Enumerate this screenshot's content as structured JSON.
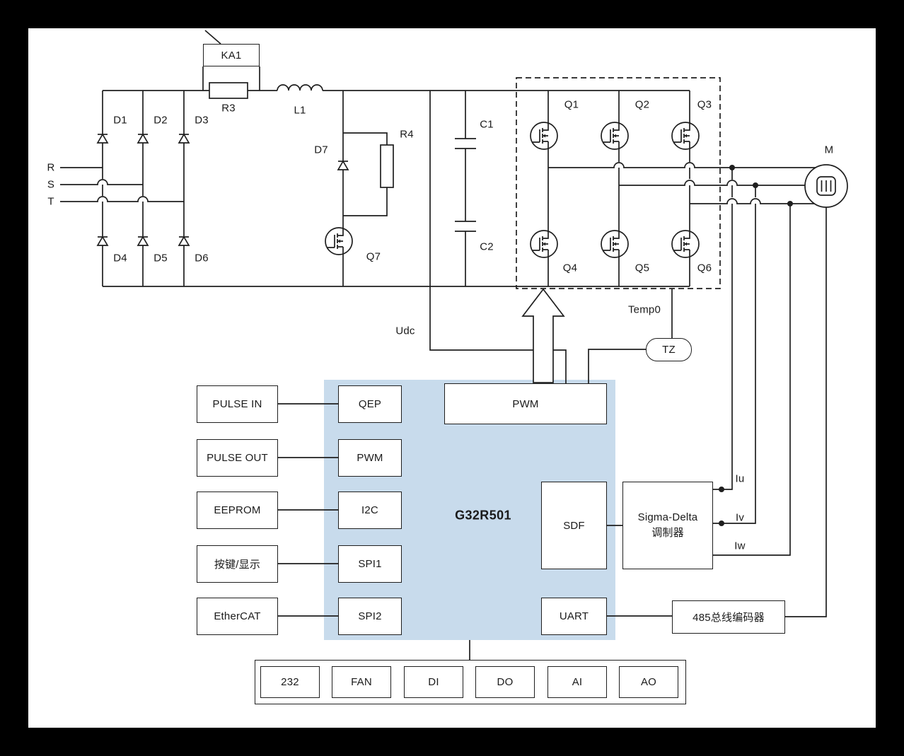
{
  "power_stage": {
    "phase_r": "R",
    "phase_s": "S",
    "phase_t": "T",
    "d1": "D1",
    "d2": "D2",
    "d3": "D3",
    "d4": "D4",
    "d5": "D5",
    "d6": "D6",
    "d7": "D7",
    "ka1": "KA1",
    "r3": "R3",
    "l1": "L1",
    "r4": "R4",
    "c1": "C1",
    "c2": "C2",
    "q1": "Q1",
    "q2": "Q2",
    "q3": "Q3",
    "q4": "Q4",
    "q5": "Q5",
    "q6": "Q6",
    "q7": "Q7",
    "motor": "M",
    "udc": "Udc",
    "temp0": "Temp0",
    "tz": "TZ",
    "iu": "Iu",
    "iv": "Iv",
    "iw": "Iw"
  },
  "mcu": {
    "name": "G32R501",
    "pwm_main": "PWM",
    "qep": "QEP",
    "pwm2": "PWM",
    "i2c": "I2C",
    "spi1": "SPI1",
    "spi2": "SPI2",
    "sdf": "SDF",
    "uart": "UART"
  },
  "peripherals": {
    "pulse_in": "PULSE IN",
    "pulse_out": "PULSE OUT",
    "eeprom": "EEPROM",
    "keypad_display": "按键/显示",
    "ethercat": "EtherCAT",
    "sigma_delta_line1": "Sigma-Delta",
    "sigma_delta_line2": "调制器",
    "encoder_485": "485总线编码器"
  },
  "bottom_io": [
    "232",
    "FAN",
    "DI",
    "DO",
    "AI",
    "AO"
  ],
  "colors": {
    "mcu_fill": "#c8dbec",
    "line": "#1f1f1f"
  }
}
